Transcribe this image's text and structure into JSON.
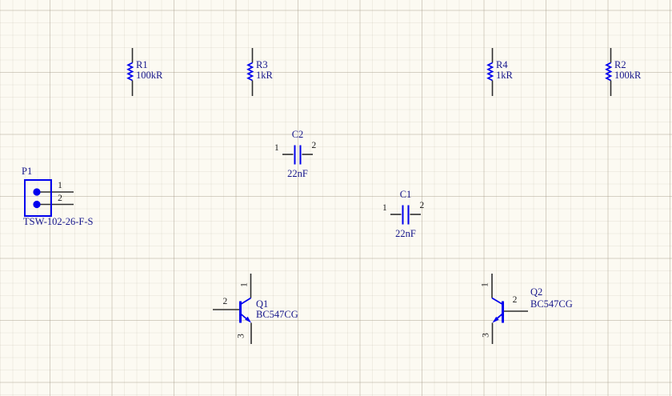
{
  "schematic": {
    "components": {
      "R1": {
        "designator": "R1",
        "value": "100kR",
        "type": "resistor"
      },
      "R2": {
        "designator": "R2",
        "value": "100kR",
        "type": "resistor"
      },
      "R3": {
        "designator": "R3",
        "value": "1kR",
        "type": "resistor"
      },
      "R4": {
        "designator": "R4",
        "value": "1kR",
        "type": "resistor"
      },
      "C1": {
        "designator": "C1",
        "value": "22nF",
        "type": "capacitor",
        "pins": [
          "1",
          "2"
        ]
      },
      "C2": {
        "designator": "C2",
        "value": "22nF",
        "type": "capacitor",
        "pins": [
          "1",
          "2"
        ]
      },
      "P1": {
        "designator": "P1",
        "value": "TSW-102-26-F-S",
        "type": "connector",
        "pins": [
          "1",
          "2"
        ]
      },
      "Q1": {
        "designator": "Q1",
        "value": "BC547CG",
        "type": "npn-transistor",
        "pins": [
          "1",
          "2",
          "3"
        ]
      },
      "Q2": {
        "designator": "Q2",
        "value": "BC547CG",
        "type": "npn-transistor",
        "pins": [
          "1",
          "2",
          "3"
        ]
      }
    },
    "colors": {
      "background": "#fcfaf2",
      "grid_minor": "#efebe3",
      "grid_major": "#e2ded6",
      "symbol": "#0000ee",
      "label_text": "#16168b",
      "wire": "#2e2e2e",
      "pin_number": "#1c1c1c"
    }
  }
}
